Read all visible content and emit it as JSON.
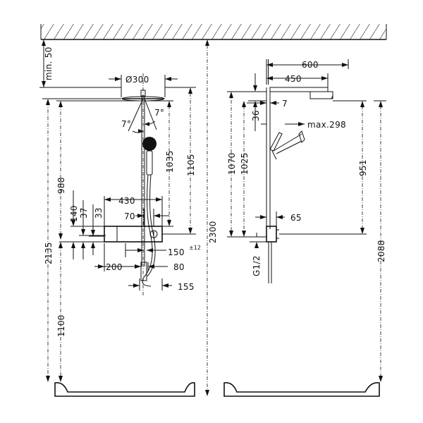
{
  "drawing": {
    "left_view": {
      "d_head": "Ø300",
      "angle_a": "7°",
      "angle_b": "7°",
      "h_2135": "2135",
      "h_1100": "1100",
      "h_988": "988",
      "h_140": "140",
      "h_37": "37",
      "h_33": "33",
      "h_1035": "1035",
      "h_1105": "1105",
      "w_430": "430",
      "w_70": "70",
      "w_150": "150",
      "tol_150": "±12",
      "w_200": "200",
      "w_80": "80",
      "w_155": "155",
      "min_50": "min. 50"
    },
    "center": {
      "h_2300": "2300"
    },
    "right_view": {
      "w_600": "600",
      "w_450": "450",
      "d_7": "7",
      "h_36": "36",
      "max_298": "max.298",
      "h_1070": "1070",
      "h_1025": "1025",
      "h_951": "951",
      "w_65": "65",
      "h_2088": "2088",
      "thread": "G1/2"
    }
  }
}
